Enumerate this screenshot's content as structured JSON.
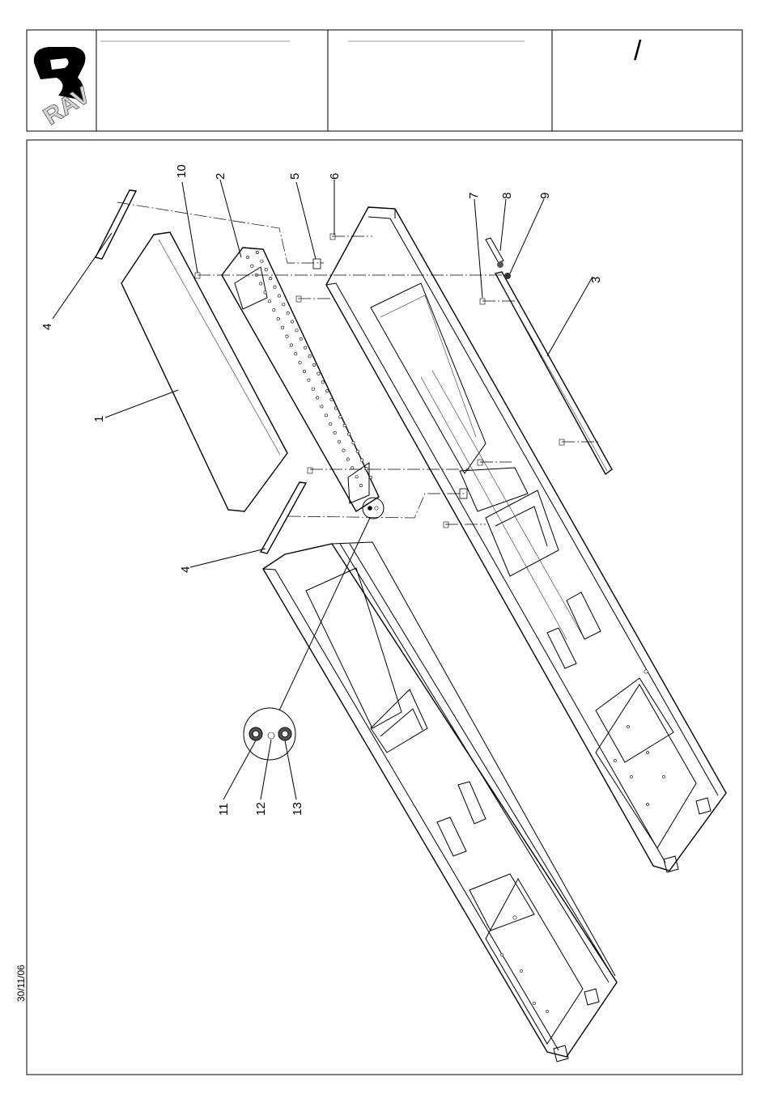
{
  "header": {
    "logo_text": "RAV",
    "page_separator": "/"
  },
  "date_stamp": "30/11/06",
  "callouts": [
    {
      "number": "1"
    },
    {
      "number": "2"
    },
    {
      "number": "3"
    },
    {
      "number": "4"
    },
    {
      "number": "4"
    },
    {
      "number": "5"
    },
    {
      "number": "6"
    },
    {
      "number": "7"
    },
    {
      "number": "8"
    },
    {
      "number": "9"
    },
    {
      "number": "10"
    },
    {
      "number": "11"
    },
    {
      "number": "12"
    },
    {
      "number": "13"
    }
  ]
}
